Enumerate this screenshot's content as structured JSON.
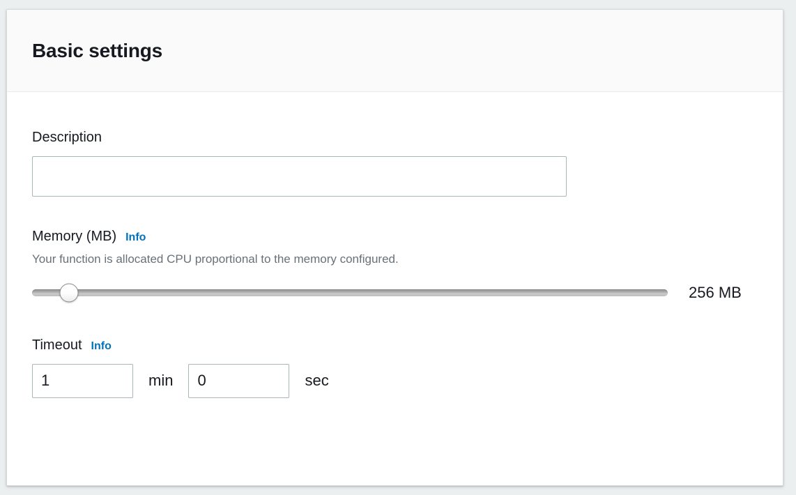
{
  "panel": {
    "title": "Basic settings"
  },
  "description_field": {
    "label": "Description",
    "value": "",
    "placeholder": ""
  },
  "memory_field": {
    "label": "Memory (MB)",
    "info_label": "Info",
    "hint": "Your function is allocated CPU proportional to the memory configured.",
    "value_display": "256 MB",
    "value": 256,
    "slider_min": 128,
    "slider_max": 10240,
    "thumb_position_percent": 5.8
  },
  "timeout_field": {
    "label": "Timeout",
    "info_label": "Info",
    "minutes_value": "1",
    "minutes_unit": "min",
    "seconds_value": "0",
    "seconds_unit": "sec"
  },
  "colors": {
    "accent_link": "#0073bb",
    "text_primary": "#16191f",
    "text_secondary": "#687078",
    "input_border": "#aab7b8",
    "panel_header_bg": "#fafafa",
    "page_bg": "#eceff0"
  }
}
